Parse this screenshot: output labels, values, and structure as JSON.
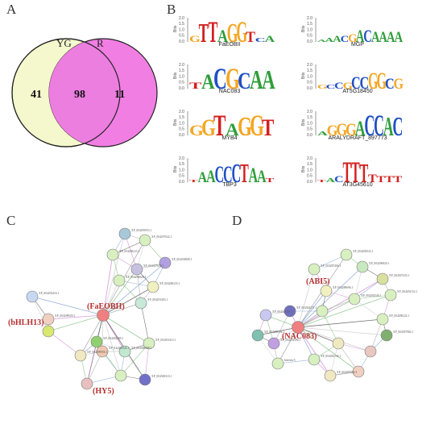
{
  "panels": {
    "a": "A",
    "b": "B",
    "c": "C",
    "d": "D"
  },
  "venn": {
    "left_label": "YG",
    "right_label": "R",
    "left_only": "41",
    "overlap": "98",
    "right_only": "11",
    "colors": {
      "left": "#f4f8cc",
      "right": "#f070e0"
    }
  },
  "motif_axis": {
    "unit": "Bits",
    "ticks": [
      "2.0",
      "1.5",
      "1.0",
      "0.5",
      "0.0"
    ]
  },
  "motifs": [
    {
      "name": "FaEOBII",
      "letters": [
        "G",
        "T",
        "T",
        "A",
        "G",
        "G",
        "T",
        "C",
        "A"
      ]
    },
    {
      "name": "MGP",
      "letters": [
        "A",
        "A",
        "A",
        "C",
        "G",
        "A",
        "C",
        "A",
        "A",
        "A",
        "A"
      ]
    },
    {
      "name": "NAC083",
      "letters": [
        "T",
        "A",
        "C",
        "G",
        "C",
        "A",
        "A"
      ]
    },
    {
      "name": "AT5G18450",
      "letters": [
        "G",
        "C",
        "C",
        "G",
        "C",
        "C",
        "G",
        "G",
        "C",
        "G"
      ]
    },
    {
      "name": "MYB4",
      "letters": [
        "G",
        "G",
        "T",
        "A",
        "G",
        "G",
        "T"
      ]
    },
    {
      "name": "ARALYDRAFT_897773",
      "letters": [
        "A",
        "G",
        "G",
        "G",
        "A",
        "C",
        "C",
        "A",
        "C"
      ]
    },
    {
      "name": "TBP3",
      "letters": [
        "T",
        "A",
        "A",
        "C",
        "C",
        "C",
        "T",
        "A",
        "A",
        "T"
      ]
    },
    {
      "name": "AT3G45610",
      "letters": [
        "T",
        "A",
        "C",
        "T",
        "T",
        "T",
        "T",
        "T",
        "T",
        "T"
      ]
    }
  ],
  "network_c": {
    "highlights": [
      "(FaEOBII)",
      "(bHLH13)",
      "(HY5)"
    ],
    "nodes": [
      "XP_004295953.1",
      "XP_004297022.1",
      "XP_004294808.1",
      "XP_004290223.1",
      "XP_004307655.1",
      "XP_004286233.1",
      "XP_004290826.1",
      "XP_004291463.1",
      "XP_004282380.1",
      "XP_004300988.1",
      "XP_004301413.1",
      "XP_004300310.1",
      "XP_011460524.1",
      "XP_004299956.1",
      "XP_004292416.1",
      "XP_004298929.1"
    ]
  },
  "network_d": {
    "highlights": [
      "(ABI5)",
      "(NAC083)"
    ],
    "nodes": [
      "XP_004287466.1",
      "XP_004295032.1",
      "XP_004296820.1",
      "XP_004307433.1",
      "XP_004292152.1",
      "XP_004290222.1",
      "XP_004307982.1",
      "XP_004292540.1",
      "XP_004289696.1",
      "XP_004304271.1",
      "XP_004302727.1",
      "XP_004289196.1",
      "XP_004292596.1",
      "Intertin-5",
      "XP_004282144.1",
      "XP_004307584.1"
    ]
  }
}
